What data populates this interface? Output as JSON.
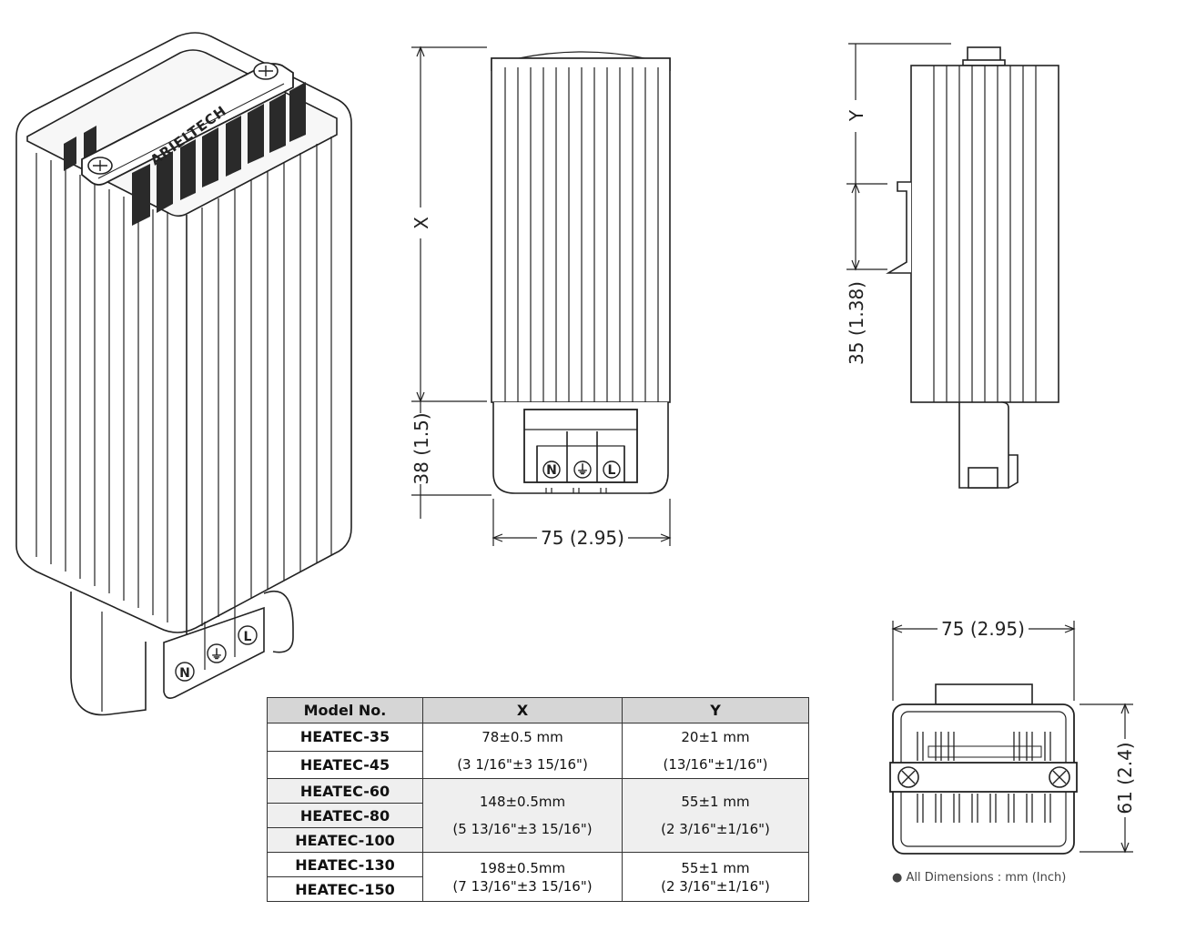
{
  "labels": {
    "dim_x": "X",
    "dim_y": "Y",
    "dim_38": "38 (1.5)",
    "dim_75_front": "75 (2.95)",
    "dim_35": "35 (1.38)",
    "dim_75_bottom": "75 (2.95)",
    "dim_61": "61 (2.4)",
    "brand": "ARIELTECH"
  },
  "terminal_symbols": [
    "N",
    "⏚",
    "L"
  ],
  "table": {
    "headers": [
      "Model No.",
      "X",
      "Y"
    ],
    "groups": [
      {
        "models": [
          "HEATEC-35",
          "HEATEC-45"
        ],
        "x": [
          "78±0.5 mm",
          "(3 1/16\"±3 15/16\")"
        ],
        "y": [
          "20±1 mm",
          "(13/16\"±1/16\")"
        ]
      },
      {
        "models": [
          "HEATEC-60",
          "HEATEC-80",
          "HEATEC-100"
        ],
        "x": [
          "148±0.5mm",
          "(5 13/16\"±3 15/16\")"
        ],
        "y": [
          "55±1 mm",
          "(2 3/16\"±1/16\")"
        ]
      },
      {
        "models": [
          "HEATEC-130",
          "HEATEC-150"
        ],
        "x": [
          "198±0.5mm",
          "(7 13/16\"±3 15/16\")"
        ],
        "y": [
          "55±1 mm",
          "(2 3/16\"±1/16\")"
        ]
      }
    ]
  },
  "note": "● All Dimensions : mm (Inch)"
}
